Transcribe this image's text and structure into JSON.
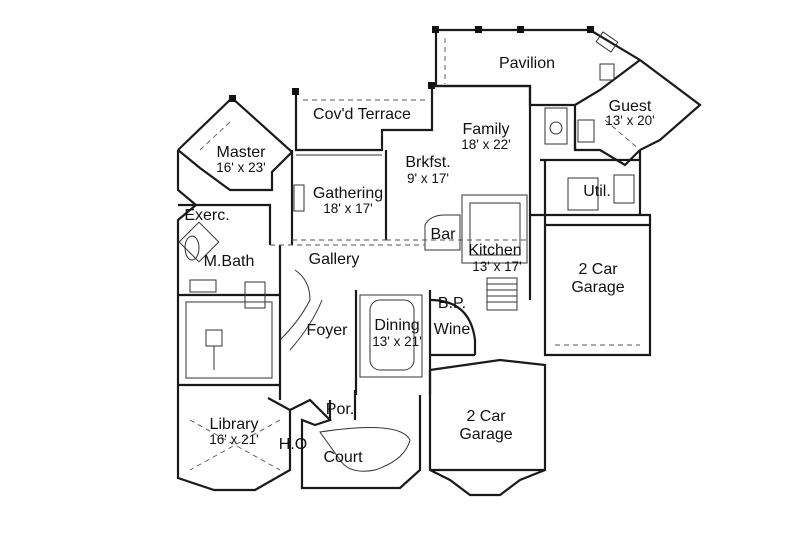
{
  "rooms": {
    "pavilion": {
      "name": "Pavilion"
    },
    "guest": {
      "name": "Guest",
      "size": "13' x 20'"
    },
    "covd_terrace": {
      "name": "Cov'd Terrace"
    },
    "master": {
      "name": "Master",
      "size": "16' x 23'"
    },
    "family": {
      "name": "Family",
      "size": "18' x 22'"
    },
    "brkfst": {
      "name": "Brkfst.",
      "size": "9' x 17'"
    },
    "gathering": {
      "name": "Gathering",
      "size": "18' x 17'"
    },
    "exerc": {
      "name": "Exerc."
    },
    "util": {
      "name": "Util."
    },
    "bar": {
      "name": "Bar"
    },
    "kitchen": {
      "name": "Kitchen",
      "size": "13' x 17'"
    },
    "mbath": {
      "name": "M.Bath"
    },
    "gallery": {
      "name": "Gallery"
    },
    "garage_side": {
      "name_line1": "2 Car",
      "name_line2": "Garage"
    },
    "bp": {
      "name": "B.P."
    },
    "foyer": {
      "name": "Foyer"
    },
    "dining": {
      "name": "Dining",
      "size": "13' x 21'"
    },
    "wine": {
      "name": "Wine"
    },
    "por": {
      "name": "Por."
    },
    "library": {
      "name": "Library",
      "size": "16' x 21'"
    },
    "garage_front": {
      "name_line1": "2 Car",
      "name_line2": "Garage"
    },
    "ho": {
      "name": "H.O"
    },
    "court": {
      "name": "Court"
    }
  }
}
